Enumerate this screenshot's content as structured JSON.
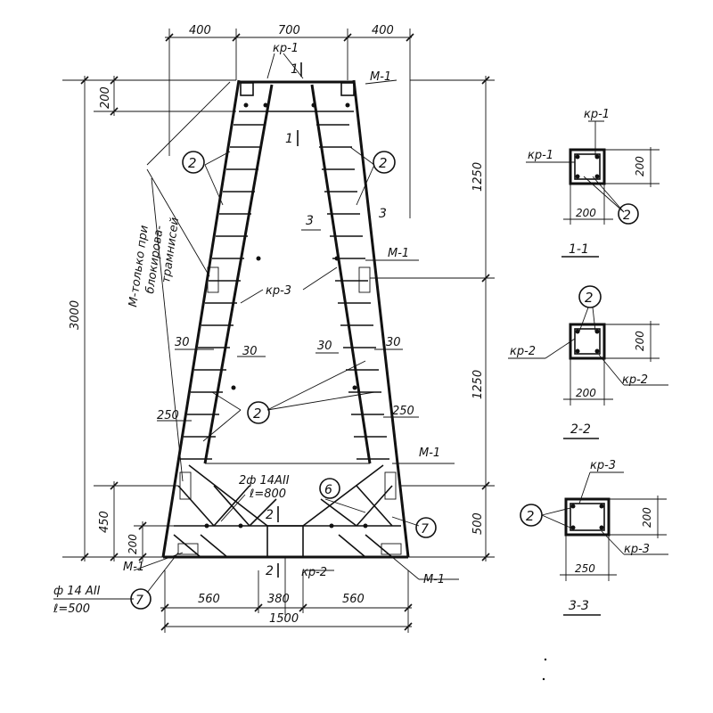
{
  "main": {
    "dims": {
      "top_left": "400",
      "top_mid": "700",
      "top_right": "400",
      "left_200": "200",
      "total_height": "3000",
      "right_upper": "1250",
      "right_middle": "1250",
      "right_lower": "500",
      "left_450": "450",
      "left_200_low": "200",
      "bottom_left": "560",
      "bottom_mid": "380",
      "bottom_right": "560",
      "bottom_total": "1500"
    },
    "labels": {
      "kr1": "кр-1",
      "kr2": "кр-2",
      "kr3": "кр-3",
      "m1": "М-1",
      "note_line1": "М-только при",
      "note_line2": "блокирова-",
      "note_line3": "трамнисей",
      "bar_spec_line1": "2ф 14АII",
      "bar_spec_line2": "ℓ=800",
      "anchor_spec_line1": "ф 14 АII",
      "anchor_spec_line2": "ℓ=500",
      "cut1": "1",
      "cut2": "2",
      "cut3": "3",
      "d30": "30",
      "d250": "250"
    },
    "callouts": {
      "c2": "2",
      "c6": "6",
      "c7": "7"
    }
  },
  "sections": {
    "s11": {
      "title": "1-1",
      "kr_top": "кр-1",
      "kr_left": "кр-1",
      "w": "200",
      "h": "200",
      "callout": "2"
    },
    "s22": {
      "title": "2-2",
      "kr_left": "кр-2",
      "kr_right": "кр-2",
      "w": "200",
      "h": "200",
      "callout": "2"
    },
    "s33": {
      "title": "3-3",
      "kr_top": "кр-3",
      "kr_right": "кр-3",
      "w": "250",
      "h": "200",
      "callout": "2"
    }
  }
}
